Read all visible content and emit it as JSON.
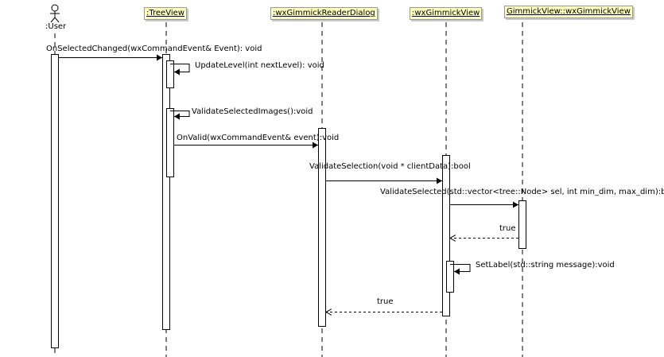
{
  "actor": {
    "name": ":User"
  },
  "lifelines": {
    "treeview": ":TreeView",
    "dialog": ":wxGimmickReaderDialog",
    "gimmickview": ":wxGimmickView",
    "gimmickview_base": "GimmickView::wxGimmickView"
  },
  "messages": {
    "m1": "OnSelectedChanged(wxCommandEvent& Event): void",
    "m2": "UpdateLevel(int nextLevel): void",
    "m3": "ValidateSelectedImages():void",
    "m4": "OnValid(wxCommandEvent& event):void",
    "m5": "ValidateSelection(void * clientData):bool",
    "m6": "ValidateSelected(std::vector<tree::Node> sel, int min_dim, max_dim):bool",
    "r1": "true",
    "m7": "SetLabel(std::string message):void",
    "r2": "true"
  }
}
